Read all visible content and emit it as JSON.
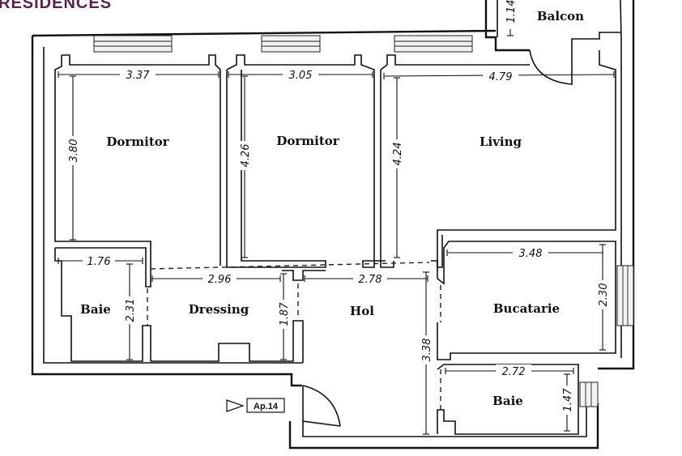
{
  "brand": {
    "text": "RESIDENCES"
  },
  "rooms": {
    "dormitor_1": "Dormitor",
    "dormitor_2": "Dormitor",
    "living": "Living",
    "balcon": "Balcon",
    "baie_1": "Baie",
    "dressing": "Dressing",
    "hol": "Hol",
    "bucatarie": "Bucatarie",
    "baie_2": "Baie"
  },
  "dimensions": {
    "dormitor_1_width": "3.37",
    "dormitor_1_height": "3.80",
    "dormitor_2_width": "3.05",
    "dormitor_2_height": "4.26",
    "living_width": "4.79",
    "living_height": "4.24",
    "balcon_height": "1.14",
    "baie_1_width": "1.76",
    "baie_1_height": "2.31",
    "dressing_width": "2.96",
    "dressing_height": "1.87",
    "hol_width": "2.78",
    "hol_height": "3.38",
    "bucatarie_width": "3.48",
    "bucatarie_height": "2.30",
    "baie_2_width": "2.72",
    "baie_2_height": "1.47"
  },
  "apartment_tag": {
    "label": "Ap.14"
  }
}
